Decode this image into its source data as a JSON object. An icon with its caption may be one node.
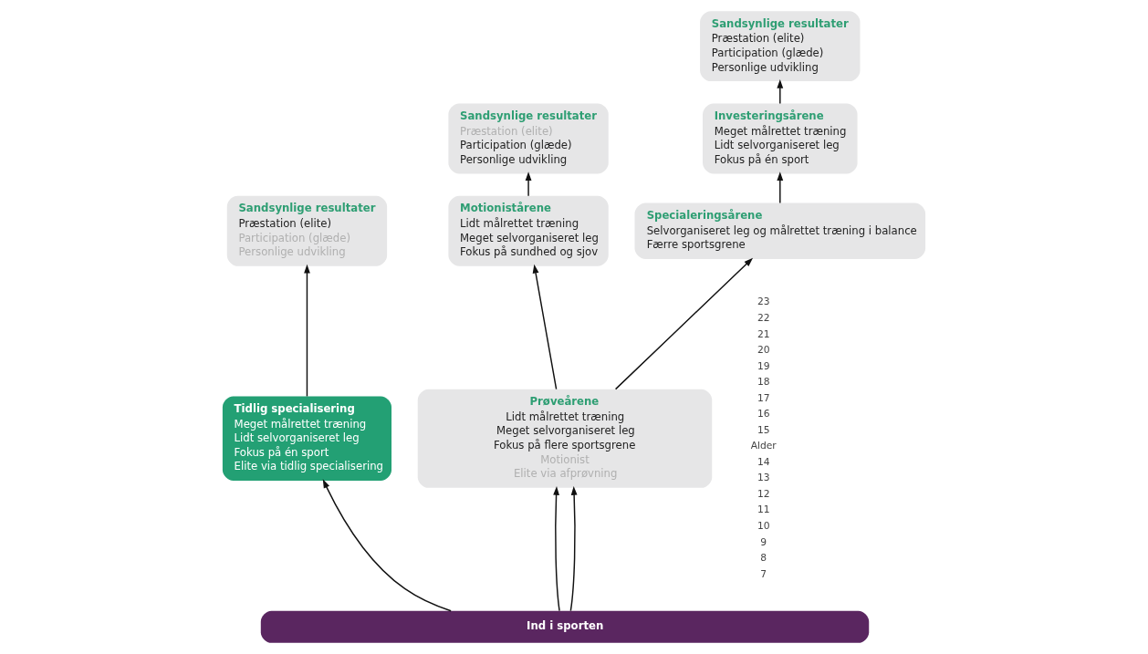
{
  "diagram": {
    "nodes": [
      {
        "text": [
          "Sandsynlige resultater",
          "Præstation (elite)",
          "Participation (glæde)",
          "Personlige udvikling"
        ]
      },
      {
        "text": [
          "Sandsynlige resultater",
          "Præstation (elite)",
          "Participation (glæde)",
          "Personlige udvikling"
        ]
      },
      {
        "text": [
          "Sandsynlige resultater",
          "Præstation (elite)",
          "Participation (glæde)",
          "Personlige udvikling"
        ]
      },
      {
        "text": [
          "Motionistårene",
          "Lidt målrettet træning",
          "Meget selvorganiseret leg",
          "Fokus på sundhed og sjov"
        ]
      },
      {
        "text": [
          "Investeringsårene",
          "Meget målrettet træning",
          "Lidt selvorganiseret leg",
          "Fokus på én sport"
        ]
      },
      {
        "text": [
          "Tidlig specialisering",
          "Meget målrettet træning",
          "Lidt selvorganiseret leg",
          "Fokus på én sport",
          "Elite via tidlig specialisering"
        ]
      },
      {
        "text": [
          "Specialeringsårene",
          "Selvorganiseret leg og målrettet træning i balance",
          "Færre sportsgrene"
        ]
      },
      {
        "text": [
          "Prøveårene",
          "Lidt målrettet træning",
          "Meget selvorganiseret leg",
          "Fokus på flere sportsgrene",
          "Motionist",
          "Elite via afprøvning"
        ]
      },
      {
        "text": [
          "Ind i sporten"
        ]
      }
    ],
    "edges": [
      {
        "from": 3,
        "to": 0,
        "arrow": "to"
      },
      {
        "from": 4,
        "to": 1,
        "arrow": "to"
      },
      {
        "from": 5,
        "to": 2,
        "arrow": "to"
      },
      {
        "from": 6,
        "to": 4,
        "arrow": "to"
      },
      {
        "from": 7,
        "to": 3,
        "arrow": "to"
      },
      {
        "from": 7,
        "to": 6,
        "arrow": "to"
      },
      {
        "from": 8,
        "to": 7,
        "arrow": "to"
      },
      {
        "from": 8,
        "to": 7,
        "arrow": "to"
      },
      {
        "from": 8,
        "to": 5,
        "arrow": "to"
      }
    ],
    "labels": [
      "23",
      "22",
      "21",
      "20",
      "19",
      "18",
      "17",
      "16",
      "15",
      "Alder",
      "14",
      "13",
      "12",
      "11",
      "10",
      "9",
      "8",
      "7"
    ]
  }
}
